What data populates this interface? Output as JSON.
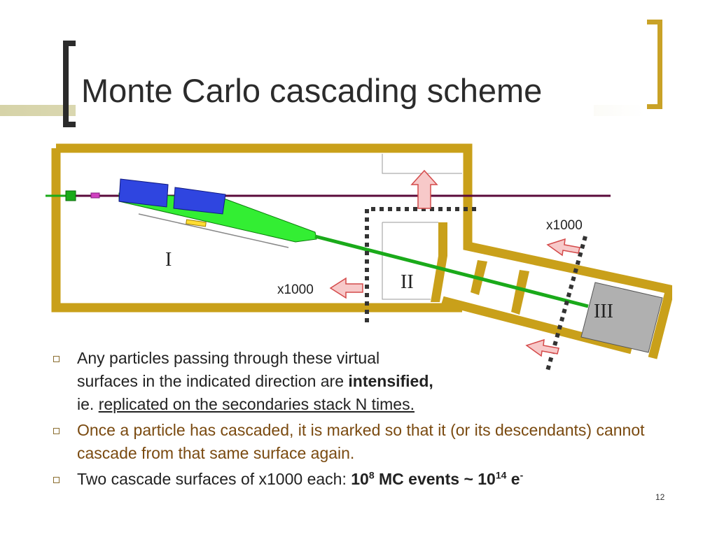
{
  "slide": {
    "title": "Monte Carlo cascading scheme",
    "page_number": "12"
  },
  "diagram": {
    "region_labels": [
      "I",
      "II",
      "III"
    ],
    "multiplier_labels": [
      "x1000",
      "x1000"
    ],
    "colors": {
      "wall": "#c9a01a",
      "beam_pipe": "#1aaa1a",
      "magnet": "#2f45e0",
      "beam_line": "#5a0a3a",
      "target": "#b0b0b0",
      "arrow_fill": "#f7c9c9",
      "arrow_stroke": "#d44a4a"
    }
  },
  "bullets": {
    "b1": {
      "line1": "Any particles passing through these virtual",
      "line2": "surfaces in the indicated direction are ",
      "line2_bold": "intensified,",
      "line3_pre": "ie. ",
      "line3_underlined": "replicated on the secondaries stack N times."
    },
    "b2": {
      "text": "Once a particle has cascaded, it is marked so that it (or its descendants) cannot cascade from that same surface again."
    },
    "b3": {
      "text": "Two cascade surfaces of x1000 each: ",
      "bold_a": "10",
      "sup_a": "8",
      "bold_b": " MC events ~ 10",
      "sup_b": "14",
      "bold_c": " e",
      "sup_c": "-"
    }
  }
}
